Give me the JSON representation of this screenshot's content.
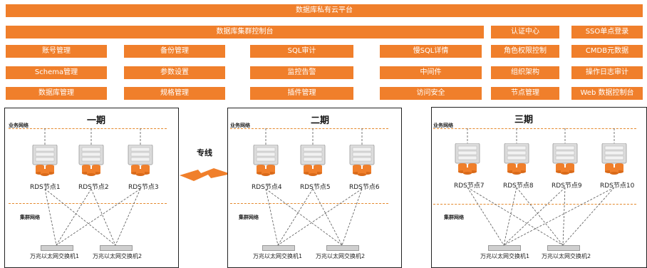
{
  "header": {
    "platform_title": "数据库私有云平台",
    "console_title": "数据库集群控制台",
    "auth_center": "认证中心",
    "sso_login": "SSO单点登录"
  },
  "modules": {
    "account_mgmt": "账号管理",
    "backup_mgmt": "备份管理",
    "sql_audit": "SQL审计",
    "slow_sql": "慢SQL详情",
    "role_perm": "角色权限控制",
    "cmdb": "CMDB元数据",
    "schema_mgmt": "Schema管理",
    "param_settings": "参数设置",
    "monitor_alert": "监控告警",
    "middleware": "中间件",
    "org_structure": "组织架构",
    "op_log_audit": "操作日志审计",
    "db_mgmt": "数据库管理",
    "spec_mgmt": "规格管理",
    "plugin_mgmt": "插件管理",
    "access_security": "访问安全",
    "node_mgmt": "节点管理",
    "web_console": "Web 数据控制台"
  },
  "link_label": "专线",
  "net": {
    "business": "业务网络",
    "cluster": "集群网络"
  },
  "phases": [
    {
      "title": "一期",
      "nodes": [
        "RDS节点1",
        "RDS节点2",
        "RDS节点3"
      ],
      "switches": [
        "万兆以太网交换机1",
        "万兆以太网交换机2"
      ]
    },
    {
      "title": "二期",
      "nodes": [
        "RDS节点4",
        "RDS节点5",
        "RDS节点6"
      ],
      "switches": [
        "万兆以太网交换机1",
        "万兆以太网交换机2"
      ]
    },
    {
      "title": "三期",
      "nodes": [
        "RDS节点7",
        "RDS节点8",
        "RDS节点9",
        "RDS节点10"
      ],
      "switches": [
        "万兆以太网交换机1",
        "万兆以太网交换机2"
      ]
    }
  ],
  "colors": {
    "accent": "#f07f2b",
    "server_body": "#dcdcdc",
    "server_disk": "#f07f2b"
  }
}
